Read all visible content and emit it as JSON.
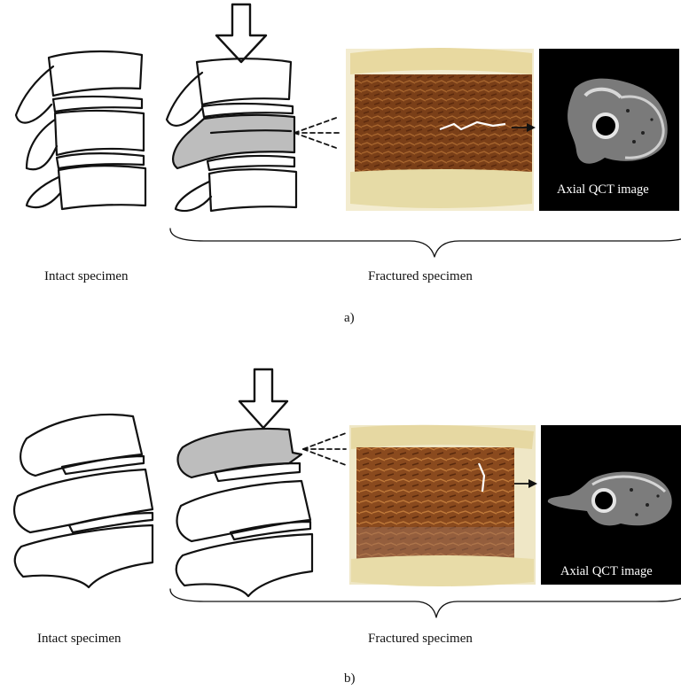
{
  "panel_a": {
    "intact_label": "Intact specimen",
    "fractured_label": "Fractured specimen",
    "panel_label": "a)",
    "qct_label": "Axial QCT image"
  },
  "panel_b": {
    "intact_label": "Intact specimen",
    "fractured_label": "Fractured specimen",
    "panel_label": "b)",
    "qct_label": "Axial QCT image"
  },
  "colors": {
    "fracture_fill": "#bdbdbd",
    "specimen_brown": "#8a4a1e",
    "endplate_cream": "#e9dca8",
    "qct_background": "#000000"
  },
  "icons": [
    "down-arrow-load-icon",
    "fracture-burst-lines-icon",
    "right-arrow-icon"
  ]
}
